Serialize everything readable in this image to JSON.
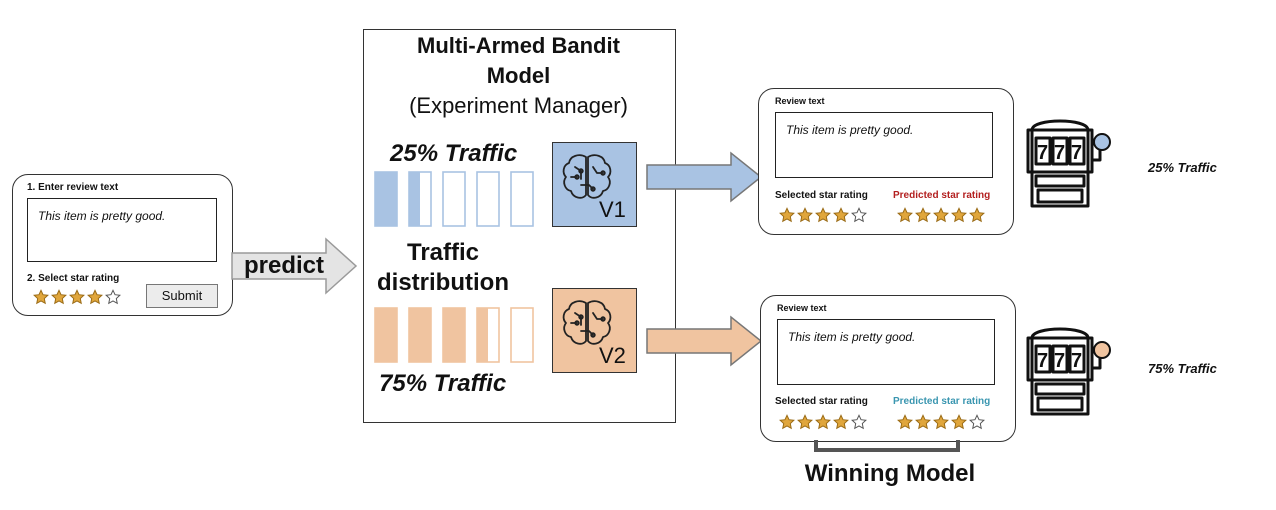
{
  "input_card": {
    "step1": "1. Enter review text",
    "review": "This item is pretty good.",
    "step2": "2. Select star rating",
    "stars_selected": 4,
    "submit": "Submit"
  },
  "predict_arrow": {
    "label": "predict"
  },
  "bandit": {
    "title_line1": "Multi-Armed Bandit",
    "title_line2": "Model",
    "subtitle": "(Experiment Manager)",
    "top_traffic": "25% Traffic",
    "dist_line1": "Traffic",
    "dist_line2": "distribution",
    "bottom_traffic": "75% Traffic",
    "top_fill": 1.5,
    "bottom_fill": 3.5,
    "bar_count": 5
  },
  "models": [
    {
      "label": "V1",
      "color": "#a9c3e3"
    },
    {
      "label": "V2",
      "color": "#f0c4a0"
    }
  ],
  "output_cards": [
    {
      "title": "Review text",
      "review": "This item is pretty good.",
      "selected_label": "Selected star rating",
      "predicted_label": "Predicted star rating",
      "predicted_color": "#b32020",
      "selected_stars": 4,
      "predicted_stars": 5
    },
    {
      "title": "Review text",
      "review": "This item is pretty good.",
      "selected_label": "Selected star rating",
      "predicted_label": "Predicted star rating",
      "predicted_color": "#3a96b0",
      "selected_stars": 4,
      "predicted_stars": 4
    }
  ],
  "slot_traffic": [
    "25% Traffic",
    "75% Traffic"
  ],
  "winning_label": "Winning Model",
  "colors": {
    "blue": "#a9c3e3",
    "orange": "#f0c4a0",
    "star": "#e0a63c"
  }
}
